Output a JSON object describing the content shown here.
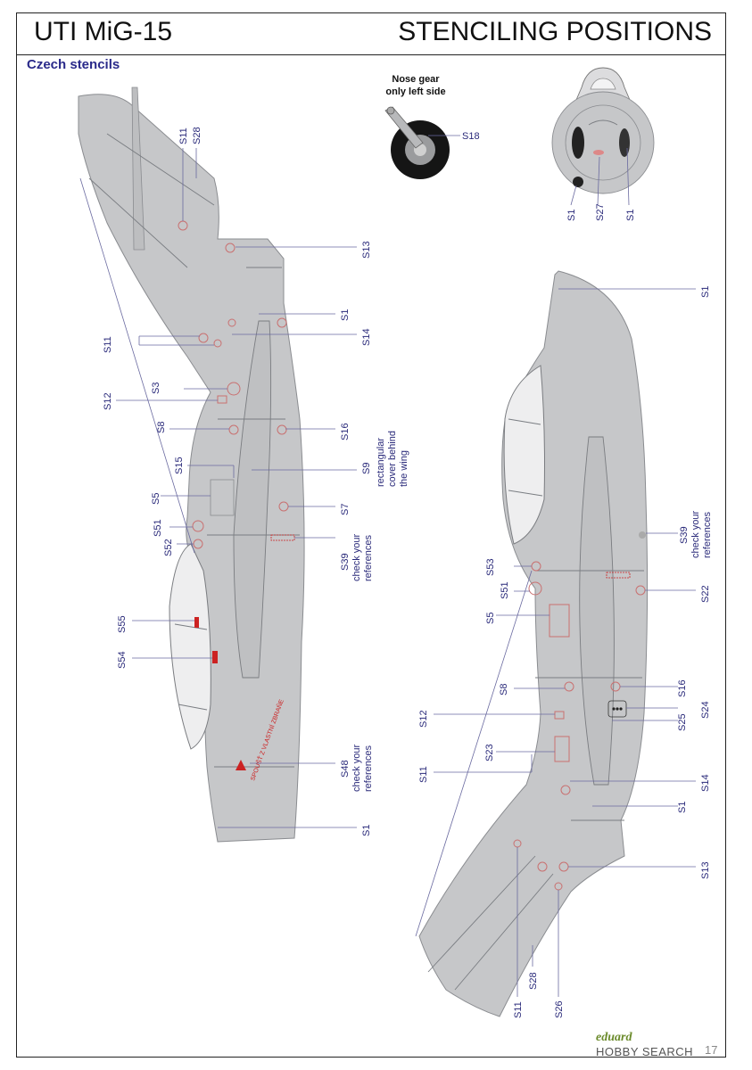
{
  "header": {
    "title": "UTI MiG-15",
    "subtitle": "STENCILING POSITIONS"
  },
  "section_title": "Czech stencils",
  "nose_gear": {
    "line1": "Nose gear",
    "line2": "only left side",
    "label": "S18"
  },
  "front_view": {
    "labels": [
      "S1",
      "S27",
      "S1"
    ]
  },
  "left_view": {
    "labels": {
      "s11_top": "S11",
      "s28_top": "S28",
      "s13": "S13",
      "s1_a": "S1",
      "s14": "S14",
      "s11_mid": "S11",
      "s3": "S3",
      "s12": "S12",
      "s8": "S8",
      "s16": "S16",
      "s15": "S15",
      "s9": "S9",
      "s5": "S5",
      "s7": "S7",
      "s51": "S51",
      "s52": "S52",
      "s39": "S39",
      "s55": "S55",
      "s54": "S54",
      "s48": "S48",
      "s1_b": "S1"
    },
    "notes": {
      "s9_note_1": "rectangular",
      "s9_note_2": "cover behind",
      "s9_note_3": "the wing",
      "s39_note_1": "check your",
      "s39_note_2": "references",
      "s48_note_1": "check your",
      "s48_note_2": "references"
    },
    "fuselage_text": "SPOUŠŤ Z VLASTNÍ ZBRAŇE"
  },
  "right_view": {
    "labels": {
      "s1_top": "S1",
      "s39": "S39",
      "s53": "S53",
      "s51": "S51",
      "s22": "S22",
      "s5": "S5",
      "s8": "S8",
      "s16": "S16",
      "s24": "S24",
      "s12": "S12",
      "s25": "S25",
      "s23": "S23",
      "s11_mid": "S11",
      "s14": "S14",
      "s1_low": "S1",
      "s13": "S13",
      "s11_bottom": "S11",
      "s28": "S28",
      "s26": "S26"
    },
    "notes": {
      "s39_note_1": "check your",
      "s39_note_2": "references"
    }
  },
  "footer": {
    "brand": "eduard",
    "watermark": "HOBBY SEARCH",
    "page": "17"
  },
  "colors": {
    "aircraft": "#c6c7c9",
    "canopy": "#eeeeef",
    "label": "#2a2a7a",
    "stencil_red": "#cc2222"
  }
}
